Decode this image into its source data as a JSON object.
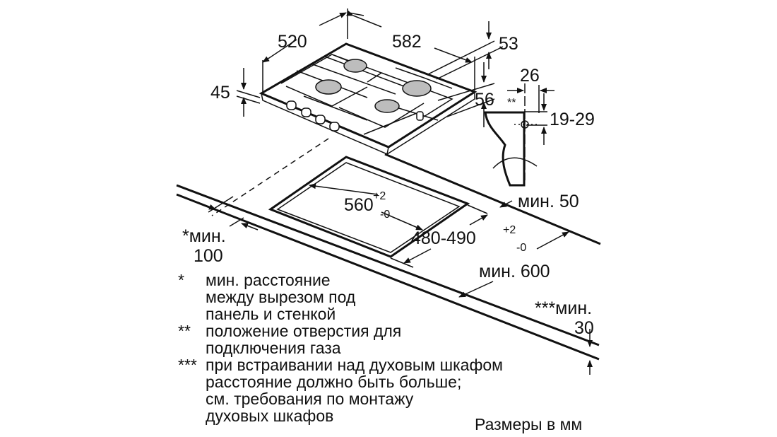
{
  "dimensions": {
    "depth": "520",
    "width": "582",
    "height_rear": "53",
    "height_front": "45",
    "height_leg": "56",
    "gas_offset": "26",
    "gas_marker": "**",
    "gas_height": "19-29",
    "cutout_width": "560",
    "cutout_width_plus": "+2",
    "cutout_width_minus": "-0",
    "cutout_depth": "480-490",
    "cutout_depth_plus": "+2",
    "cutout_depth_minus": "-0",
    "min_back": "мин. 50",
    "min_side_label": "*мин.",
    "min_side_value": "100",
    "min_worktop": "мин. 600",
    "min_oven_label": "***мин.",
    "min_oven_value": "30"
  },
  "notes": [
    {
      "marker": "*",
      "lines": [
        "мин. расстояние",
        "между вырезом под",
        "панель и стенкой"
      ]
    },
    {
      "marker": "**",
      "lines": [
        "положение отверстия для",
        "подключения газа"
      ]
    },
    {
      "marker": "***",
      "lines": [
        "при встраивании над духовым шкафом",
        "расстояние должно быть больше;",
        "см. требования по монтажу",
        "духовых шкафов"
      ]
    }
  ],
  "units_caption": "Размеры в мм",
  "colors": {
    "line": "#111111",
    "burner": "#bdbdbd"
  }
}
